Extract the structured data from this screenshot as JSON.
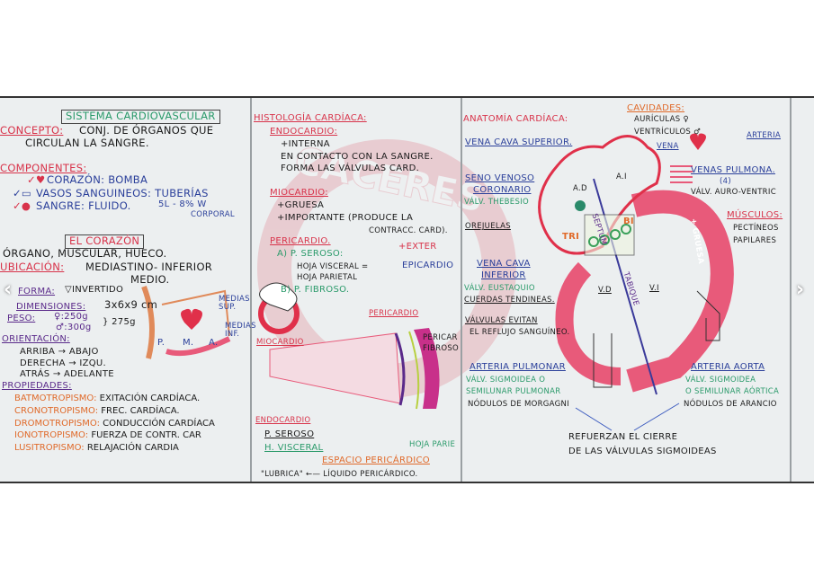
{
  "colors": {
    "board": "#eceff0",
    "red": "#d8334a",
    "pink": "#e85a7a",
    "blue": "#2a3f9a",
    "green": "#2a9a6a",
    "orange": "#e06a2a"
  },
  "watermark": "CACERES",
  "nav": {
    "prev": "‹",
    "next": "›"
  },
  "p1": {
    "title": "SISTEMA CARDIOVASCULAR",
    "concepto_label": "CONCEPTO:",
    "concepto_1": "CONJ. DE ÓRGANOS QUE",
    "concepto_2": "CIRCULAN LA SANGRE.",
    "componentes": "COMPONENTES:",
    "c1": "CORAZÓN: BOMBA",
    "c2": "VASOS SANGUINEOS: TUBERÍAS",
    "c3": "SANGRE: FLUIDO.",
    "c3b": "5L - 8% W",
    "c3c": "CORPORAL",
    "corazon": "EL CORAZÓN",
    "organo": "ÓRGANO, MUSCULAR, HUECO.",
    "ubic_label": "UBICACIÓN:",
    "ubic_1": "MEDIASTINO- INFERIOR",
    "ubic_2": "MEDIO.",
    "forma_label": "FORMA:",
    "forma": "▽INVERTIDO",
    "dim_label": "DIMENSIONES:",
    "dim": "3x6x9 cm",
    "peso_label": "PESO:",
    "peso_f": "♀:250g",
    "peso_m": "♂:300g",
    "peso_avg": "} 275g",
    "orient": "ORIENTACIÓN:",
    "o1": "ARRIBA → ABAJO",
    "o2": "DERECHA → IZQU.",
    "o3": "ATRÁS → ADELANTE",
    "prop": "PROPIEDADES:",
    "props": [
      {
        "k": "BATMOTROPISMO:",
        "v": "EXITACIÓN CARDÍACA."
      },
      {
        "k": "CRONOTROPISMO:",
        "v": "FREC. CARDÍACA."
      },
      {
        "k": "DROMOTROPISMO:",
        "v": "CONDUCCIÓN CARDÍACA"
      },
      {
        "k": "IONOTROPISMO:",
        "v": "FUERZA DE CONTR. CAR"
      },
      {
        "k": "LUSITROPISMO:",
        "v": "RELAJACIÓN CARDIA"
      }
    ],
    "med_sup": "MEDIAS SUP.",
    "med_inf": "MEDIAS INF.",
    "p": "P.",
    "m": "M.",
    "a": "A."
  },
  "p2": {
    "title": "HISTOLOGÍA CARDÍACA:",
    "endo": "ENDOCARDIO:",
    "e1": "+INTERNA",
    "e2": "EN CONTACTO CON LA SANGRE.",
    "e3": "FORMA LAS VÁLVULAS CARD.",
    "mio": "MIOCARDIO:",
    "m1": "+GRUESA",
    "m2": "+IMPORTANTE (PRODUCE LA",
    "m3": "CONTRACC. CARD).",
    "peri": "PERICARDIO.",
    "ps": "A) P. SEROSO:",
    "exter": "+EXTER",
    "hv": "HOJA VISCERAL =",
    "epi": "EPICARDIO",
    "hp": "HOJA PARIETAL",
    "pf": "B) P. FIBROSO.",
    "d_mio": "MIOCARDIO",
    "d_peri": "PERICARDIO",
    "d_pf1": "PERICAR",
    "d_pf2": "FIBROSO",
    "d_endo": "ENDOCARDIO",
    "d_ps": "P. SEROSO",
    "d_hv": "H. VISCERAL",
    "d_hp": "HOJA PARIE",
    "d_esp": "ESPACIO PERICÁRDICO",
    "d_lub": "\"LUBRICA\" ←— LÍQUIDO PERICÁRDICO."
  },
  "p3": {
    "title": "ANATOMÍA CARDÍACA:",
    "cav": "CAVIDADES:",
    "aur": "AURÍCULAS ♀",
    "ven": "VENTRÍCULOS ♂",
    "arteria": "ARTERIA",
    "vena": "VENA",
    "vcs": "VENA CAVA SUPERIOR.",
    "svc1": "SENO VENOSO",
    "svc2": "CORONARIO",
    "thebesio": "VÁLV. THEBESIO",
    "orejuelas": "OREJUELAS",
    "vci1": "VENA CAVA",
    "vci2": "INFERIOR",
    "eust": "VÁLV. EUSTAQUIO",
    "cuerdas": "CUERDAS TENDINEAS.",
    "ev1": "VÁLVULAS EVITAN",
    "ev2": "EL REFLUJO SANGUÍNEO.",
    "ap": "ARTERIA PULMONAR",
    "ap1": "VÁLV. SIGMOIDEA O",
    "ap2": "SEMILUNAR PULMONAR",
    "ap3": "NÓDULOS DE MORGAGNI",
    "aa": "ARTERIA AORTA",
    "aa1": "VÁLV. SIGMOIDEA",
    "aa2": "O SEMILUNAR AÓRTICA",
    "aa3": "NÓDULOS DE ARANCIO",
    "ref1": "REFUERZAN EL CIERRE",
    "ref2": "DE LAS VÁLVULAS SIGMOIDEAS",
    "vp": "VENAS PULMONA.",
    "vp4": "(4)",
    "avv": "VÁLV. AURO-VENTRIC",
    "mus": "MÚSCULOS:",
    "pec": "PECTÍNEOS",
    "pap": "PAPILARES",
    "ad": "A.D",
    "ai": "A.I",
    "septum": "SEPTUM",
    "tabique": "TABIQUE",
    "tri": "TRI",
    "bi": "BI",
    "vd": "V.D",
    "vi": "V.I",
    "gruesa": "+ GRUESA"
  }
}
